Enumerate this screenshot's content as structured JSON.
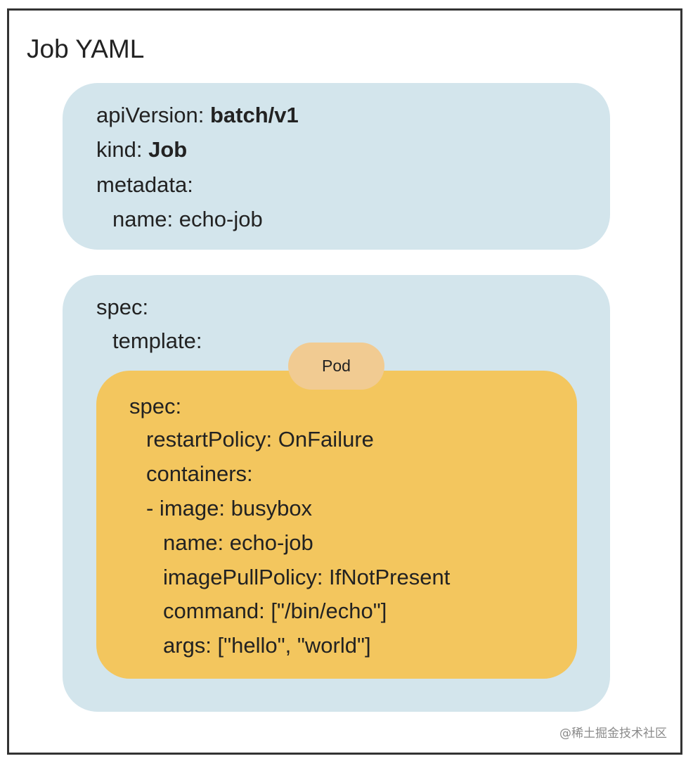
{
  "title": "Job YAML",
  "pod_label": "Pod",
  "watermark": "@稀土掘金技术社区",
  "colors": {
    "outer_panel": "#d3e5ec",
    "pod_box": "#f3c65e",
    "pod_tag": "#f1cb92",
    "frame_border": "#333333"
  },
  "metadata_block": {
    "api_version_key": "apiVersion: ",
    "api_version_value": "batch/v1",
    "kind_key": "kind: ",
    "kind_value": "Job",
    "metadata_key": "metadata:",
    "name_line": "name: echo-job"
  },
  "spec_block": {
    "spec_key": "spec:",
    "template_key": "template:"
  },
  "pod_block": {
    "spec_key": "spec:",
    "restart_policy": "restartPolicy: OnFailure",
    "containers_key": "containers:",
    "image_line": "- image: busybox",
    "name_line": "name: echo-job",
    "pull_policy": "imagePullPolicy: IfNotPresent",
    "command_line": "command: [\"/bin/echo\"]",
    "args_line": "args: [\"hello\", \"world\"]"
  }
}
